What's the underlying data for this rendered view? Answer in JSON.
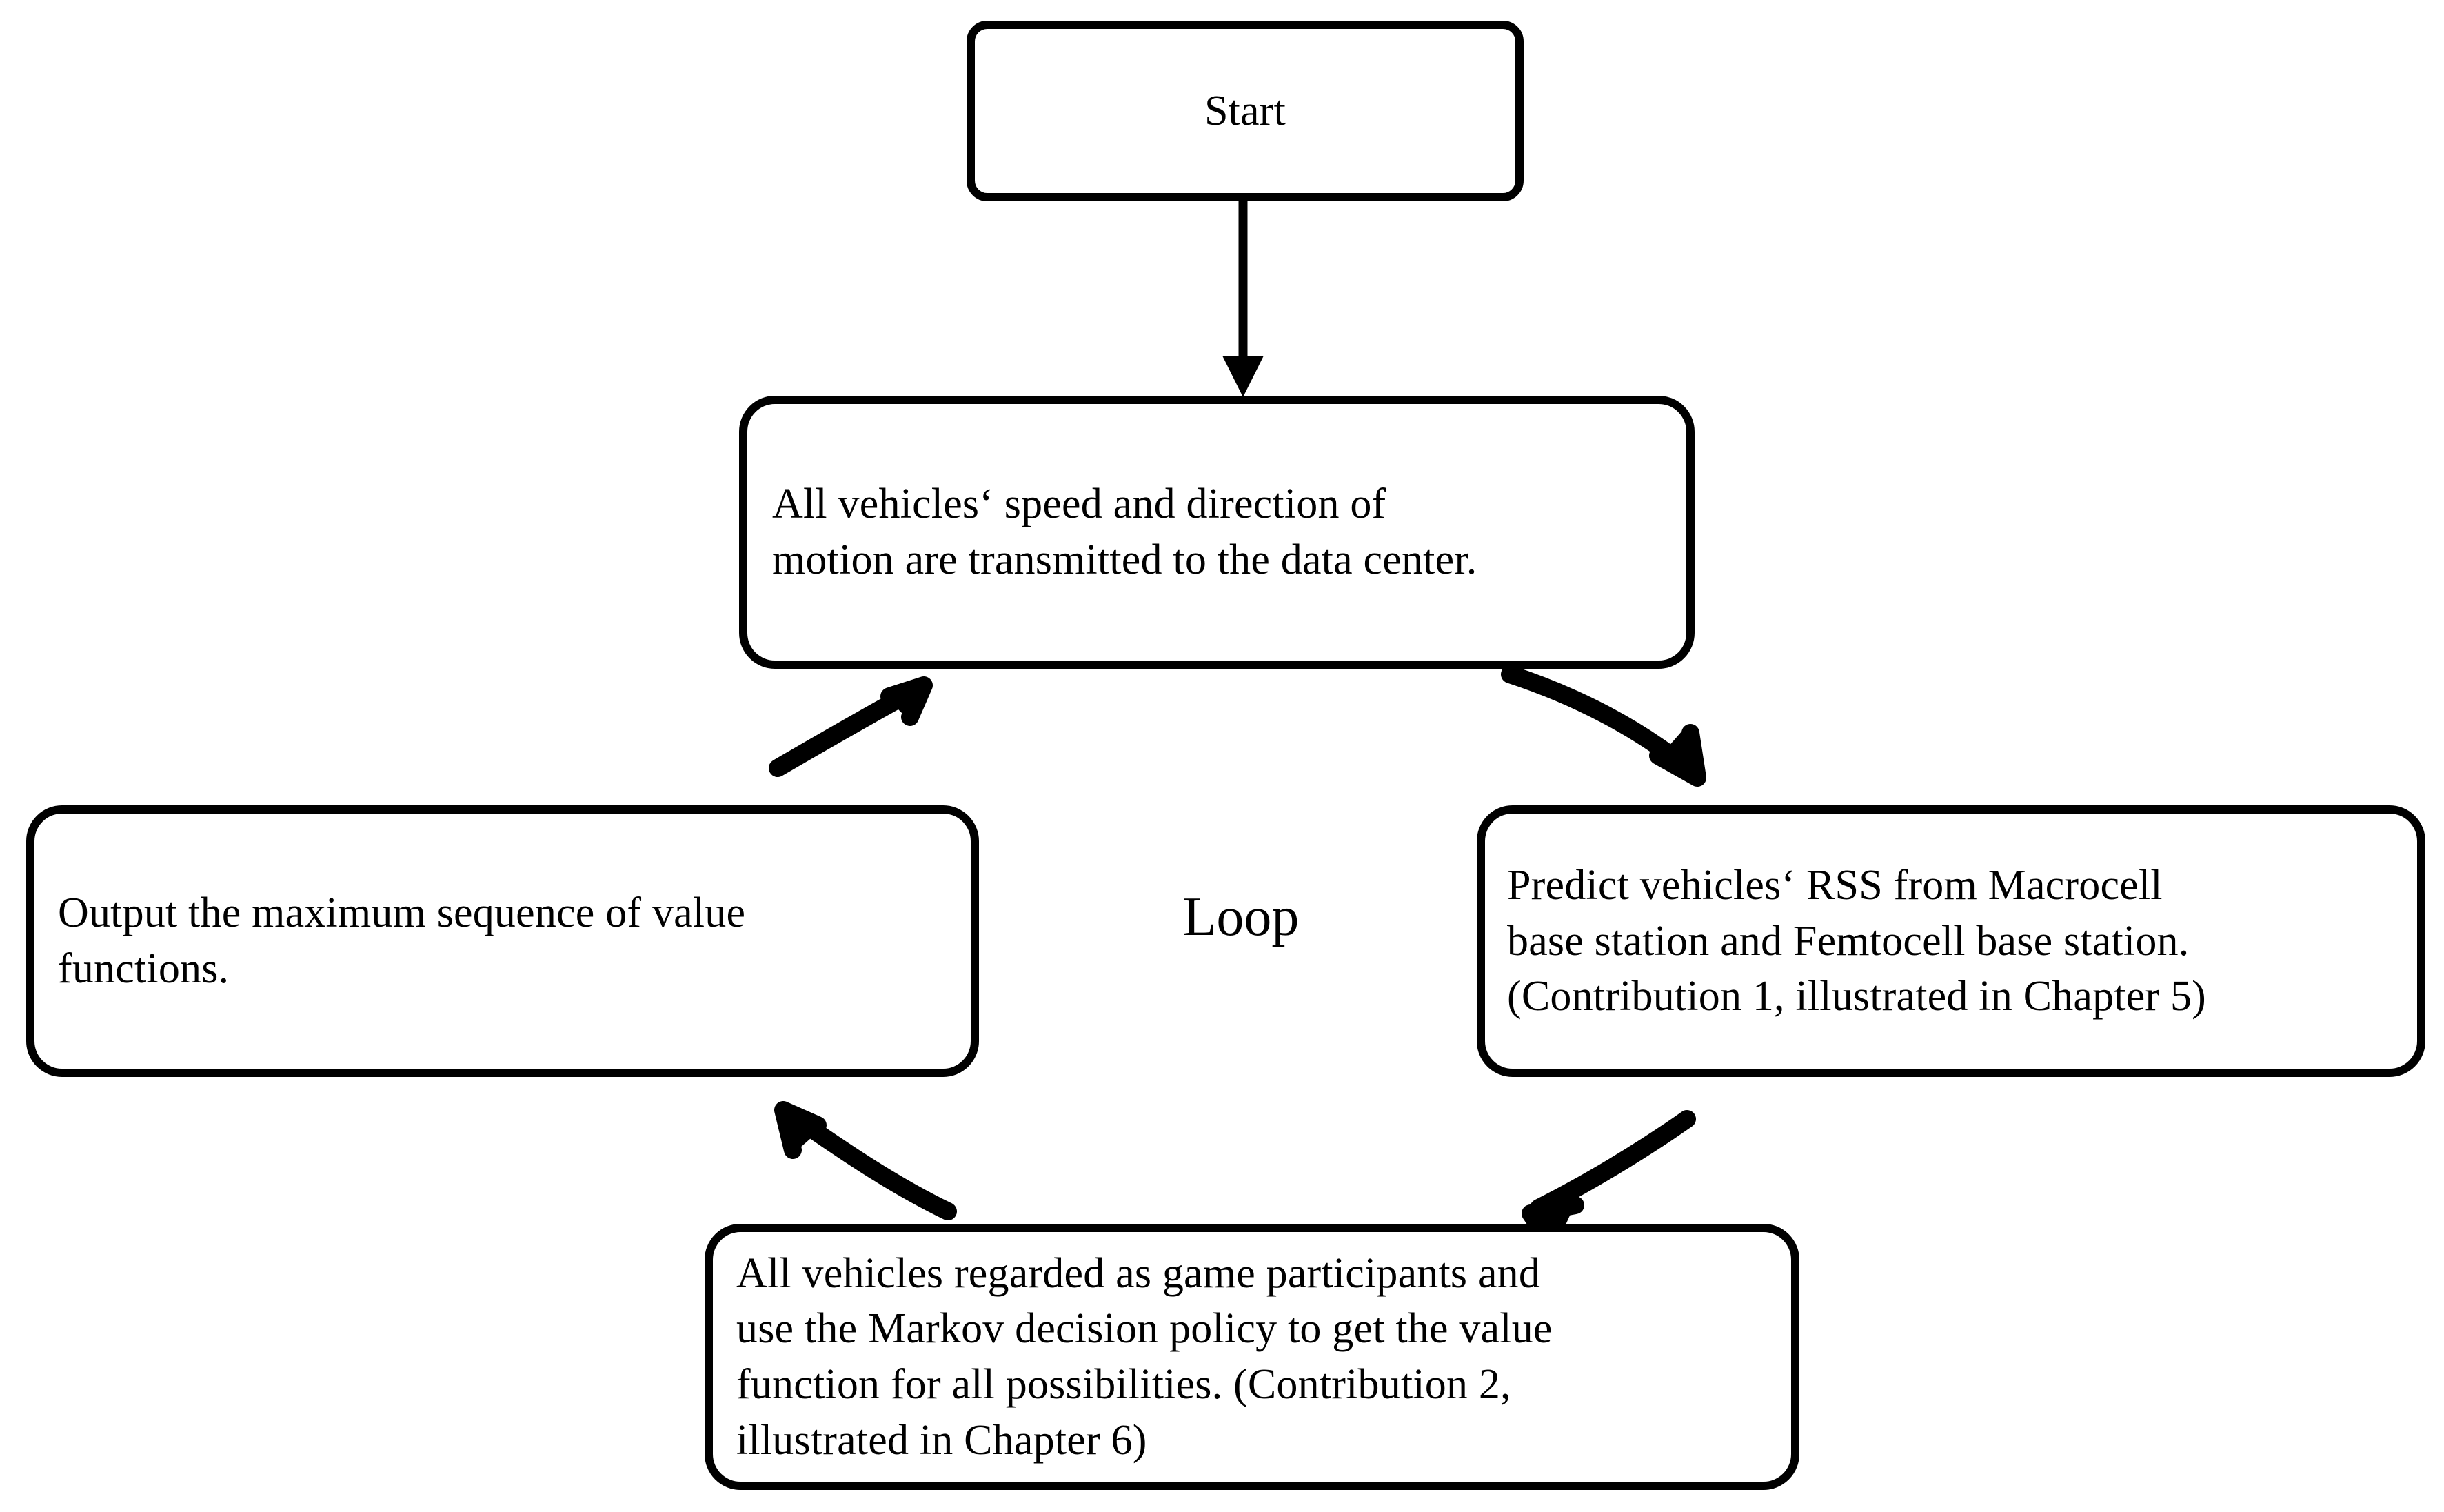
{
  "diagram": {
    "type": "flowchart",
    "orientation": "cyclic-loop",
    "center_label": "Loop",
    "background_color": "#ffffff",
    "stroke_color": "#000000",
    "nodes": [
      {
        "id": "start",
        "label": "Start",
        "shape": "rounded-rectangle"
      },
      {
        "id": "transmit",
        "label": "All vehicles‘ speed and direction of\nmotion are transmitted to the data center.",
        "shape": "rounded-rectangle"
      },
      {
        "id": "predict",
        "label": "Predict vehicles‘ RSS from Macrocell\nbase station and Femtocell base station.\n(Contribution 1, illustrated in Chapter 5)",
        "shape": "rounded-rectangle"
      },
      {
        "id": "markov",
        "label": "All vehicles regarded as game participants and\nuse the Markov decision policy to get the value\nfunction for all possibilities. (Contribution 2,\nillustrated in Chapter 6)",
        "shape": "rounded-rectangle"
      },
      {
        "id": "output",
        "label": "Output the maximum sequence of value\nfunctions.",
        "shape": "rounded-rectangle"
      }
    ],
    "edges": [
      {
        "id": "e1",
        "from": "start",
        "to": "transmit",
        "style": "straight-arrow"
      },
      {
        "id": "e2",
        "from": "transmit",
        "to": "predict",
        "style": "curved-arrow"
      },
      {
        "id": "e3",
        "from": "predict",
        "to": "markov",
        "style": "curved-arrow"
      },
      {
        "id": "e4",
        "from": "markov",
        "to": "output",
        "style": "curved-arrow"
      },
      {
        "id": "e5",
        "from": "output",
        "to": "transmit",
        "style": "curved-arrow"
      }
    ]
  }
}
